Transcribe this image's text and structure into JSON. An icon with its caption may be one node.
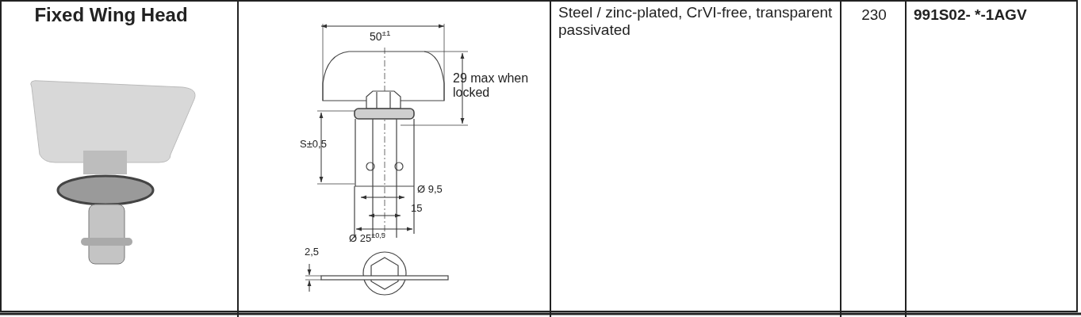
{
  "diagram": {
    "labels": [
      "Fixed Wing Head",
      "50$^{±1}$",
      "29 max when locked",
      "S±0,5",
      "Ø 9,5",
      "15",
      "Ø 25$^{±0,5}$",
      "2,5",
      "Steel / zinc-plated, CrVI-free, transparent passivated",
      "230",
      "991S02- *-1AGV"
    ]
  }
}
